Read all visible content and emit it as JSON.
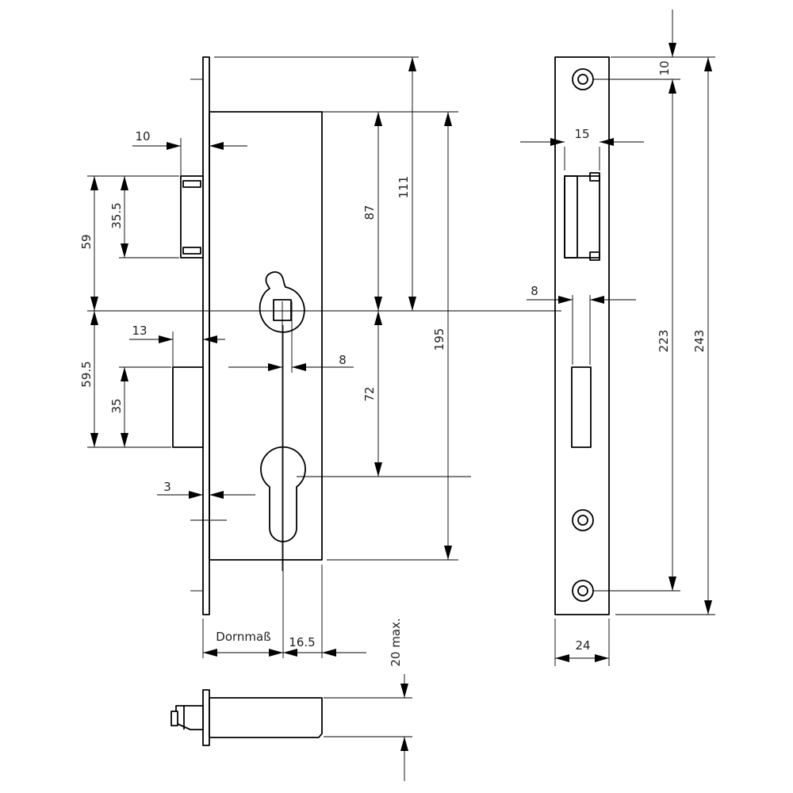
{
  "drawing": {
    "dims": {
      "d10_left": "10",
      "d59": "59",
      "d35_5": "35.5",
      "d13": "13",
      "d59_5": "59.5",
      "d35": "35",
      "d3": "3",
      "d8_follower": "8",
      "d87": "87",
      "d72": "72",
      "d111": "111",
      "d195": "195",
      "dornmass": "Dornmaß",
      "d16_5": "16.5",
      "d20max": "20 max.",
      "d10_right": "10",
      "d15": "15",
      "d8_strike": "8",
      "d223": "223",
      "d243": "243",
      "d24": "24"
    }
  }
}
